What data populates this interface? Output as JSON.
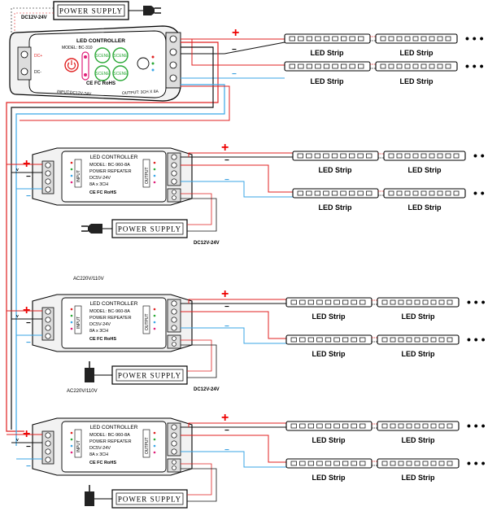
{
  "top": {
    "power_supply_label": "POWER SUPPLY",
    "voltage_label": "DC12V-24V",
    "controller_title": "LED CONTROLLER",
    "model": "MODEL: BC-310",
    "scene_labels": [
      "SCENE",
      "SCENE",
      "SCENE",
      "SCENE"
    ],
    "input_label": "INPUT:DC12V-24V",
    "output_label": "OUTPUT: 3CH X 8A",
    "ce_label": "CE FC RoHS",
    "dc_plus": "DC+",
    "dc_minus": "DC-"
  },
  "repeater": {
    "title": "LED CONTROLLER",
    "models": [
      "MODEL: BC-960-8A",
      "MODEL: BC-960-8A",
      "MODEL: BC-960-8A"
    ],
    "line2": "POWER REPEATER",
    "line3": "DC5V-24V",
    "line4": "8A x 3CH",
    "cert": "CE FC RoHS",
    "ps_label": "POWER SUPPLY",
    "dc_label": "DC12V-24V",
    "ac_label": "AC220V/110V",
    "input_tag": "INPUT",
    "output_tag": "OUTPUT"
  },
  "strip_label": "LED Strip",
  "plus_symbol": "+",
  "minus_symbol": "−",
  "dots": "• • •",
  "colors": {
    "red": "#e02020",
    "black": "#111111",
    "blue": "#39a6e6",
    "green": "#2aa836",
    "pink": "#e0207a"
  }
}
